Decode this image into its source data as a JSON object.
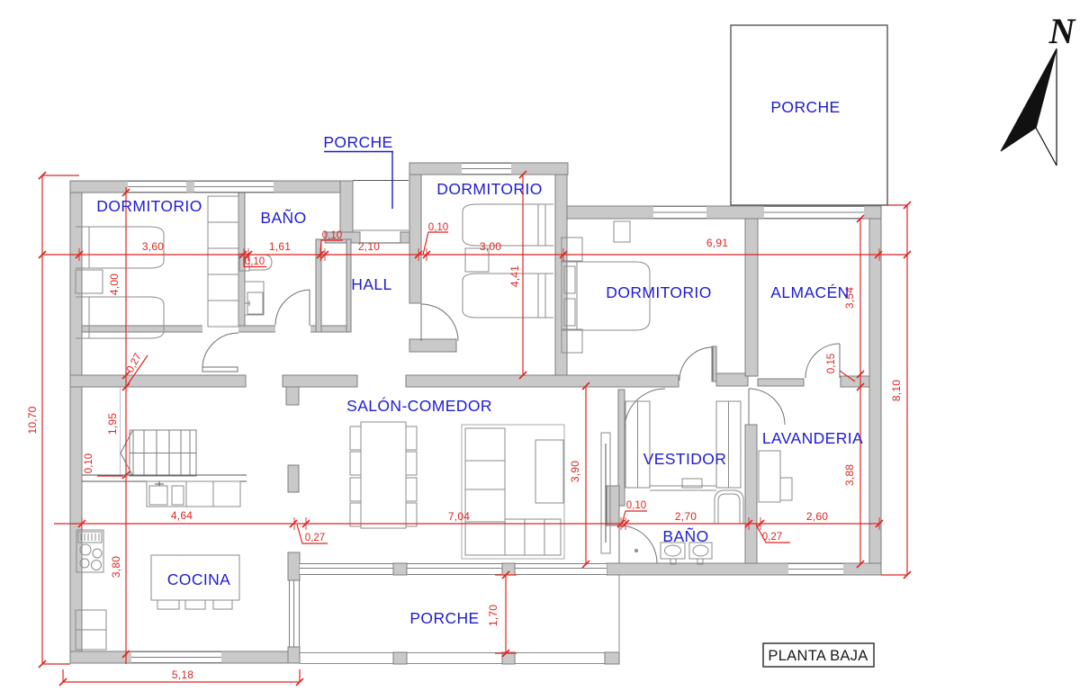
{
  "title_block": {
    "title": "PLANTA BAJA"
  },
  "north": {
    "label": "N"
  },
  "drawing": {
    "colors": {
      "wall_fill": "#c9c9c9",
      "wall_stroke": "#7e7e7e",
      "furniture_stroke": "#8b8b8b",
      "room_label_blue": "#1f1bd3",
      "dimension_red": "#e02520",
      "thin_line_dark": "#565656"
    }
  },
  "rooms": [
    {
      "id": "porche-entrada",
      "label": "PORCHE"
    },
    {
      "id": "dormitorio-1",
      "label": "DORMITORIO"
    },
    {
      "id": "bano-1",
      "label": "BAÑO"
    },
    {
      "id": "dormitorio-2",
      "label": "DORMITORIO"
    },
    {
      "id": "hall",
      "label": "HALL"
    },
    {
      "id": "dormitorio-3",
      "label": "DORMITORIO"
    },
    {
      "id": "almacen",
      "label": "ALMACÉN"
    },
    {
      "id": "porche-norte",
      "label": "PORCHE"
    },
    {
      "id": "salon-comedor",
      "label": "SALÓN-COMEDOR"
    },
    {
      "id": "vestidor",
      "label": "VESTIDOR"
    },
    {
      "id": "lavanderia",
      "label": "LAVANDERIA"
    },
    {
      "id": "bano-2",
      "label": "BAÑO"
    },
    {
      "id": "cocina",
      "label": "COCINA"
    },
    {
      "id": "porche-sur",
      "label": "PORCHE"
    }
  ],
  "dims": [
    {
      "id": "ancho-dormitorio-1",
      "value": "3,60"
    },
    {
      "id": "muro-bano-1",
      "value": "0,10"
    },
    {
      "id": "ancho-bano-1",
      "value": "1,61"
    },
    {
      "id": "muro-hall-oeste",
      "value": "0,10"
    },
    {
      "id": "ancho-hall",
      "value": "2,10"
    },
    {
      "id": "muro-hall-este",
      "value": "0,10"
    },
    {
      "id": "ancho-dormitorio-2",
      "value": "3,00"
    },
    {
      "id": "ancho-ala-derecha",
      "value": "6,91"
    },
    {
      "id": "alto-dormitorio-1",
      "value": "4,00"
    },
    {
      "id": "alto-dormitorio-2",
      "value": "4,41"
    },
    {
      "id": "alto-almacen",
      "value": "3,54"
    },
    {
      "id": "alto-ala-derecha",
      "value": "8,10"
    },
    {
      "id": "alto-total",
      "value": "10,70"
    },
    {
      "id": "muro-salon-norte",
      "value": "0,27"
    },
    {
      "id": "alto-escalera",
      "value": "1,95"
    },
    {
      "id": "muro-cocina",
      "value": "0,10"
    },
    {
      "id": "alto-cocina",
      "value": "3,80"
    },
    {
      "id": "muro-lavanderia-norte",
      "value": "0,15"
    },
    {
      "id": "alto-lavanderia",
      "value": "3,88"
    },
    {
      "id": "alto-salon",
      "value": "3,90"
    },
    {
      "id": "ancho-cocina",
      "value": "4,64"
    },
    {
      "id": "muro-porche-sur",
      "value": "0,27"
    },
    {
      "id": "ancho-salon",
      "value": "7,04"
    },
    {
      "id": "muro-vestidor-oeste",
      "value": "0,10"
    },
    {
      "id": "ancho-vestidor",
      "value": "2,70"
    },
    {
      "id": "muro-lavanderia-oeste",
      "value": "0,27"
    },
    {
      "id": "ancho-lavanderia",
      "value": "2,60"
    },
    {
      "id": "ancho-porche-sur",
      "value": "5,18"
    },
    {
      "id": "alto-porche-sur",
      "value": "1,70"
    }
  ]
}
